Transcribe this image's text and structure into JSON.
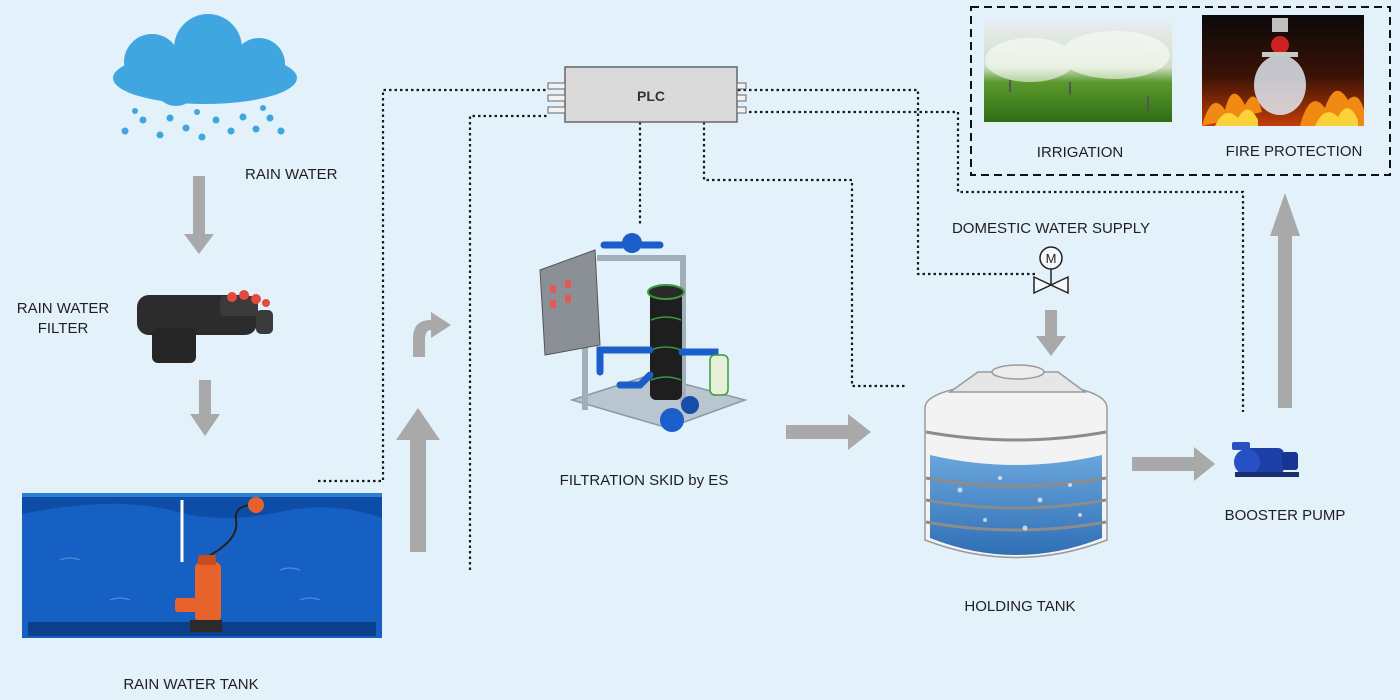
{
  "labels": {
    "rain_water": "RAIN WATER",
    "rain_water_filter_line1": "RAIN WATER",
    "rain_water_filter_line2": "FILTER",
    "rain_water_tank": "RAIN WATER TANK",
    "plc": "PLC",
    "filtration_skid": "FILTRATION SKID by ES",
    "domestic_water_supply": "DOMESTIC WATER SUPPLY",
    "motor_symbol": "M",
    "holding_tank": "HOLDING TANK",
    "booster_pump": "BOOSTER PUMP",
    "irrigation": "IRRIGATION",
    "fire_protection": "FIRE PROTECTION"
  },
  "colors": {
    "background": "#e3f1fb",
    "flow_arrow": "#a9a9a9",
    "water": "#1f6fd1",
    "cloud": "#3fa6e0",
    "pump": "#e8632b",
    "pipe_blue": "#1b5ec9",
    "tank_water": "#3e86c9",
    "control_line": "#1a1a1a"
  },
  "icons": {
    "cloud": "rain-cloud-icon",
    "filter": "rain-filter-icon",
    "pump": "submersible-pump-icon",
    "skid": "filtration-skid-icon",
    "tank": "holding-tank-icon",
    "valve": "motorized-valve-icon",
    "booster": "booster-pump-icon",
    "irrigation": "sprinkler-icon",
    "fire": "fire-sprinkler-icon"
  }
}
